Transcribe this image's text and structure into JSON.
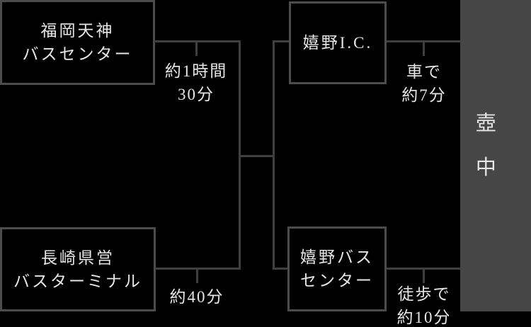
{
  "diagram": {
    "title_hidden": "",
    "destination": {
      "label": "壺中"
    },
    "nodes": [
      {
        "id": "fukuoka-tenjin-bus-center",
        "lines": [
          "福岡天神",
          "バスセンター"
        ]
      },
      {
        "id": "nagasaki-kenei-bus-terminal",
        "lines": [
          "長崎県営",
          "バスターミナル"
        ]
      },
      {
        "id": "ureshino-ic",
        "lines": [
          "嬉野I.C."
        ]
      },
      {
        "id": "ureshino-bus-center",
        "lines": [
          "嬉野バス",
          "センター"
        ]
      }
    ],
    "durations": [
      {
        "id": "from-fukuoka",
        "lines": [
          "約1時間",
          "30分"
        ]
      },
      {
        "id": "from-nagasaki",
        "lines": [
          "約40分"
        ]
      },
      {
        "id": "car-from-ic",
        "lines": [
          "車で",
          "約7分"
        ]
      },
      {
        "id": "walk-from-bus-center",
        "lines": [
          "徒歩で",
          "約10分"
        ]
      }
    ],
    "colors": {
      "background": "#000000",
      "box_border": "#4c4c4c",
      "connector_line": "#3f3f3f",
      "destination_bar": "#464646",
      "text": "#e6e6e6"
    }
  }
}
